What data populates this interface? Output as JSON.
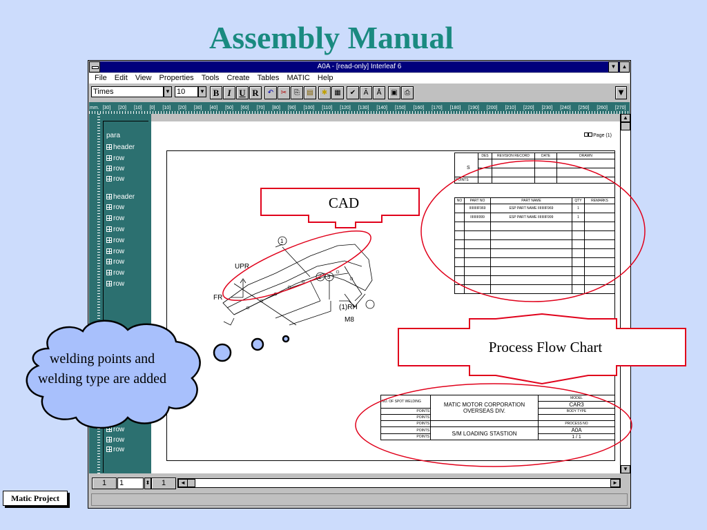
{
  "slide": {
    "title": "Assembly Manual",
    "footer": "Matic Project"
  },
  "window": {
    "title": "A0A  -  [read-only] Interleaf 6",
    "menu": [
      "File",
      "Edit",
      "View",
      "Properties",
      "Tools",
      "Create",
      "Tables",
      "MATIC",
      "Help"
    ],
    "font_family_value": "Times",
    "font_size_value": "10",
    "toolbar_buttons": [
      "B",
      "I",
      "U",
      "R"
    ],
    "ruler_unit": "mm.",
    "ruler_ticks": [
      "[30]",
      "[20]",
      "[10]",
      "[0]",
      "[10]",
      "[20]",
      "[30]",
      "[40]",
      "[50]",
      "[60]",
      "[70]",
      "[80]",
      "[90]",
      "[100]",
      "[110]",
      "[120]",
      "[130]",
      "[140]",
      "[150]",
      "[160]",
      "[170]",
      "[180]",
      "[190]",
      "[200]",
      "[210]",
      "[220]",
      "[230]",
      "[240]",
      "[250]",
      "[260]",
      "[270]"
    ],
    "tags": [
      "para",
      "header",
      "row",
      "row",
      "row",
      "header",
      "row",
      "row",
      "row",
      "row",
      "row",
      "row",
      "row",
      "row",
      "row",
      "row",
      "row"
    ],
    "page_label": "Page (1)",
    "page_field_left": "1",
    "page_field_value": "1",
    "page_field_right": "1"
  },
  "drawing": {
    "labels": {
      "upr": "UPR",
      "fr": "FR",
      "rh": "(1)RH",
      "m8": "M8",
      "n1": "1",
      "n2": "2",
      "n3": "3"
    },
    "revision_table": {
      "headers": [
        "DES",
        "REVISION RECORD",
        "DATE",
        "DRAWN"
      ],
      "left_col": [
        "S",
        "POINTS"
      ]
    },
    "parts_table": {
      "headers": [
        "NO",
        "PART NO",
        "PART NAME",
        "QTY",
        "REMARKS"
      ],
      "rows": [
        [
          "",
          "IIIIIIIIIF969",
          "ESP PART NAME IIIIIIIIF969",
          "1",
          ""
        ],
        [
          "",
          "IIIIIIIII999",
          "ESP PART NAME IIIIIIIIF999",
          "1",
          ""
        ]
      ]
    },
    "title_block": {
      "left_labels": [
        "NO. OF SPOT WELDING",
        "POINTS",
        "POINTS",
        "POINTS",
        "POINTS",
        "POINTS"
      ],
      "company": "MATIC MOTOR CORPORATION",
      "division": "OVERSEAS DIV.",
      "station": "S/M LOADING STASTION",
      "model_label": "MODEL",
      "model_value": "CAR3",
      "body_type_label": "BODY TYPE",
      "process_no_label": "PROCESS NO",
      "process_no_value": "A0A",
      "sheet": "1  /  1"
    }
  },
  "annotations": {
    "cad": "CAD",
    "process_flow_chart": "Process Flow Chart",
    "cloud_text": "welding points and welding type are added"
  },
  "colors": {
    "title": "#1a8a80",
    "background": "#ccdcfc",
    "annotation_red": "#e0001a",
    "cloud_fill": "#a8c0fc"
  }
}
